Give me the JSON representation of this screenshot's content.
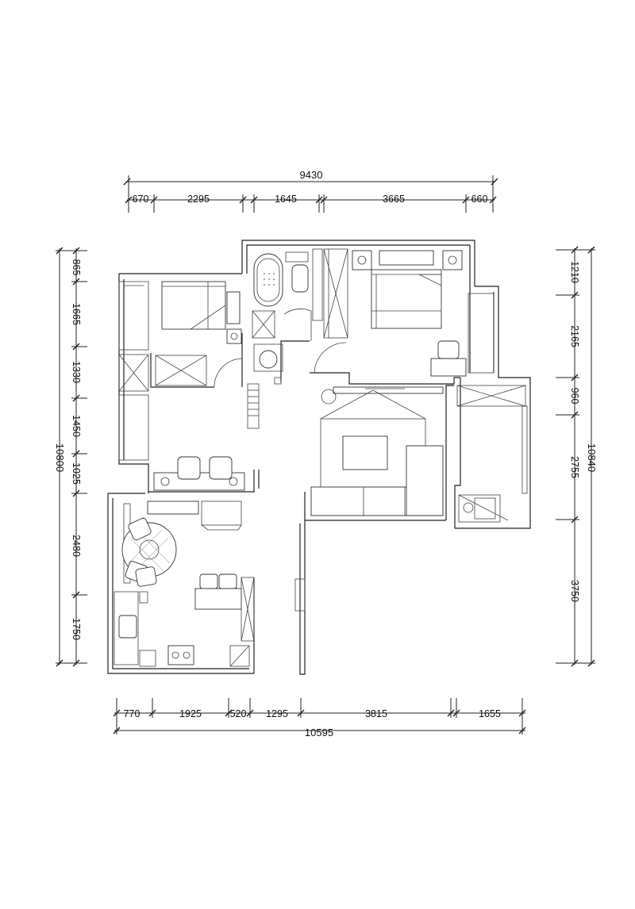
{
  "top_dims": {
    "total": "9430",
    "segments": [
      "670",
      "2295",
      "1645",
      "3665",
      "660"
    ]
  },
  "bottom_dims": {
    "total": "10595",
    "segments": [
      "770",
      "1925",
      "520",
      "1295",
      "3815",
      "1655"
    ]
  },
  "left_dims": {
    "total": "10800",
    "segments": [
      "865",
      "1665",
      "1330",
      "1450",
      "1025",
      "2480",
      "1750"
    ]
  },
  "right_dims": {
    "total": "10840",
    "segments": [
      "1210",
      "2165",
      "960",
      "2755",
      "3750"
    ]
  },
  "colors": {
    "line": "#222222",
    "background": "#ffffff"
  },
  "icons": [
    "bathtub-icon",
    "toilet-icon",
    "washbasin-icon",
    "double-bed-icon",
    "single-bed-icon",
    "sofa-icon",
    "tv-console-icon",
    "dining-table-icon",
    "chair-icon",
    "stove-icon",
    "sink-icon",
    "door-swing-icon"
  ]
}
